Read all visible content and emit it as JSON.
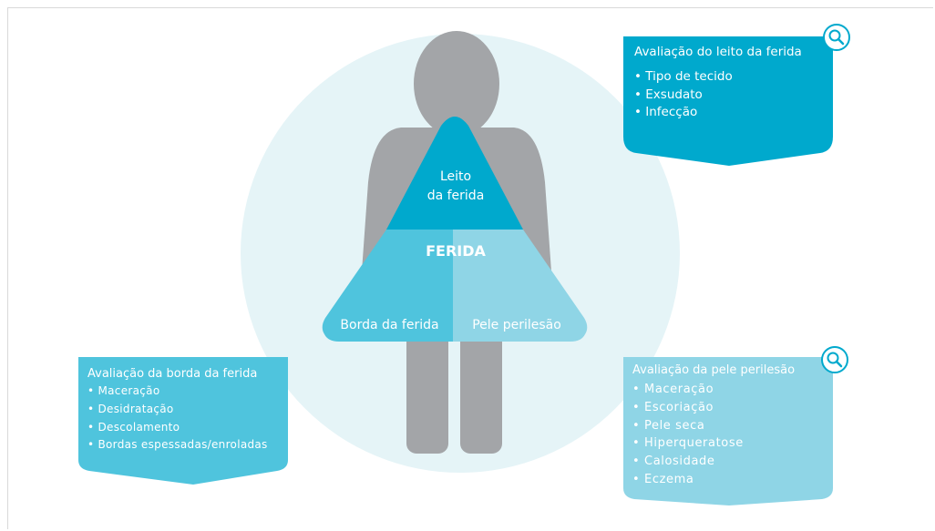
{
  "colors": {
    "bg_circle": "#e5f4f7",
    "body": "#a3a5a8",
    "wound_bed": "#00a9cd",
    "wound_edge": "#4fc4dd",
    "periwound": "#8fd5e6",
    "callout_top": "#00a9cd",
    "callout_left": "#4fc4dd",
    "callout_right": "#8fd5e6"
  },
  "diagram": {
    "wound_bed_label": [
      "Leito",
      "da ferida"
    ],
    "center_label": "FERIDA",
    "wound_edge_label": "Borda da ferida",
    "periwound_label": "Pele perilesão"
  },
  "callouts": {
    "wound_bed": {
      "title": "Avaliação do leito da ferida",
      "items": [
        "Tipo de tecido",
        "Exsudato",
        "Infecção"
      ],
      "icon": "magnifier-icon"
    },
    "wound_edge": {
      "title": "Avaliação da borda da ferida",
      "items": [
        "Maceração",
        "Desidratação",
        "Descolamento",
        "Bordas espessadas/enroladas"
      ]
    },
    "periwound": {
      "title": "Avaliação da pele perilesão",
      "items": [
        "Maceração",
        "Escoriação",
        "Pele seca",
        "Hiperqueratose",
        "Calosidade",
        "Eczema"
      ],
      "icon": "magnifier-icon"
    }
  }
}
